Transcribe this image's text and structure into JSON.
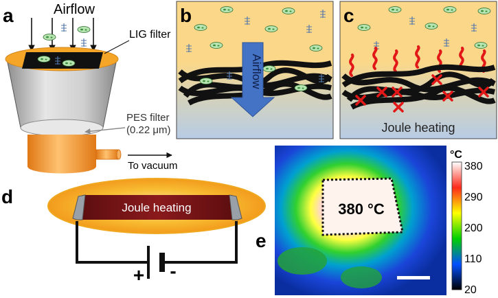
{
  "panels": {
    "a": {
      "letter": "a",
      "airflow": "Airflow",
      "lig_filter": "LIG filter",
      "pes_filter_line1": "PES filter",
      "pes_filter_line2": "(0.22 μm)",
      "to_vacuum": "To vacuum"
    },
    "b": {
      "letter": "b",
      "airflow": "Airflow"
    },
    "c": {
      "letter": "c",
      "caption": "Joule heating"
    },
    "d": {
      "letter": "d",
      "label": "Joule heating",
      "plus": "+",
      "minus": "-"
    },
    "e": {
      "letter": "e",
      "temperature_label": "380 °C",
      "colorbar": {
        "unit": "°C",
        "ticks": [
          "380",
          "290",
          "200",
          "110",
          "20"
        ],
        "stops": [
          "#ffffff",
          "#ff2a1a",
          "#ffff00",
          "#00d000",
          "#0050ff",
          "#000000"
        ]
      }
    }
  },
  "colors": {
    "sky": "#fbd889",
    "water": "#b8cce6",
    "lig_black": "#111111",
    "flame_red": "#e21818",
    "cross_red": "#e21818",
    "arrow_blue": "#4472c4",
    "funnel_gray": "#cfcfcf",
    "orange": "#f59a2c",
    "heater_red": "#7a1416"
  }
}
